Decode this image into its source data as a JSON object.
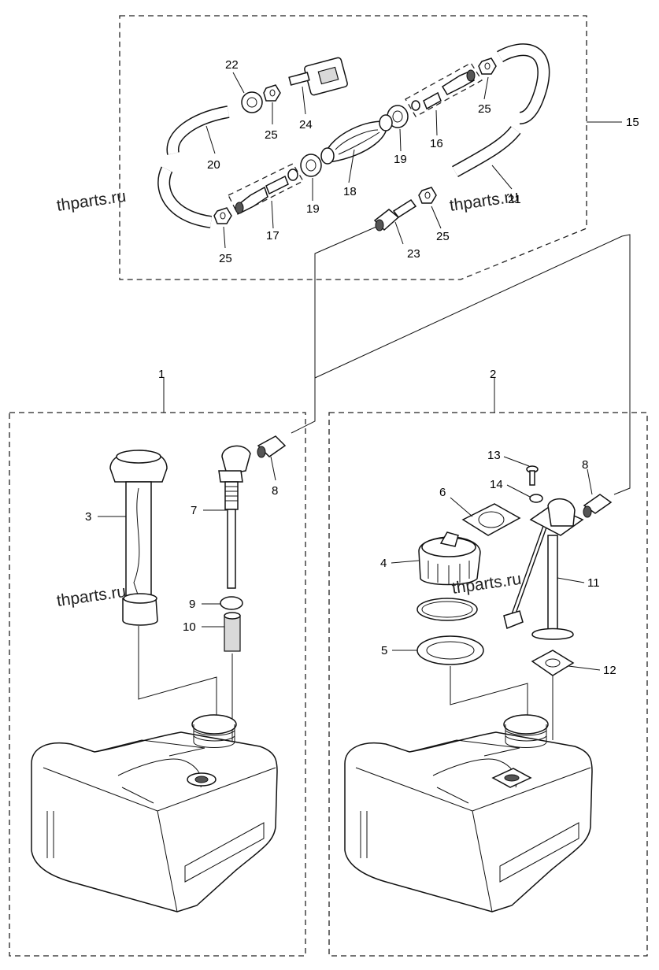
{
  "diagram": {
    "watermarks": [
      "thparts.ru",
      "thparts.ru",
      "thparts.ru",
      "thparts.ru"
    ],
    "callouts": [
      "1",
      "2",
      "3",
      "4",
      "5",
      "6",
      "7",
      "8",
      "8",
      "9",
      "10",
      "11",
      "12",
      "13",
      "14",
      "15",
      "16",
      "17",
      "18",
      "19",
      "19",
      "20",
      "21",
      "22",
      "23",
      "24",
      "25",
      "25",
      "25",
      "25"
    ]
  }
}
